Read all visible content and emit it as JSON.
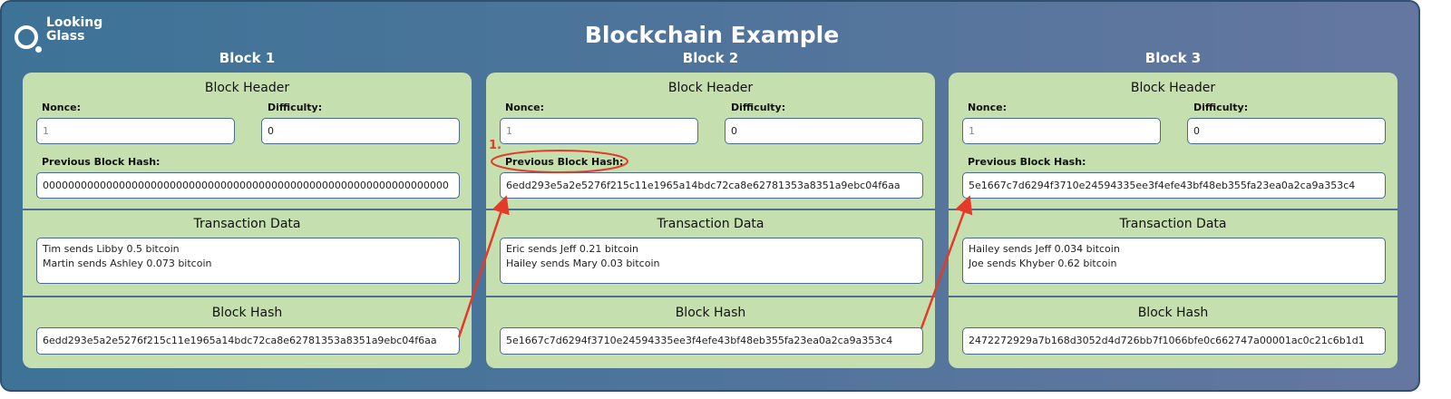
{
  "logo": {
    "line1": "Looking",
    "line2": "Glass"
  },
  "title": "Blockchain Example",
  "labels": {
    "block_header": "Block Header",
    "nonce": "Nonce:",
    "difficulty": "Difficulty:",
    "prev_hash": "Previous Block Hash:",
    "transaction_data": "Transaction Data",
    "block_hash": "Block Hash"
  },
  "annotation": {
    "step": "1.",
    "color": "#e53a2a"
  },
  "blocks": [
    {
      "name": "Block 1",
      "nonce": "1",
      "difficulty": "0",
      "prev_hash": "0000000000000000000000000000000000000000000000000000000000000000",
      "transactions": [
        "Tim sends Libby 0.5 bitcoin",
        "Martin sends Ashley 0.073 bitcoin"
      ],
      "hash": "6edd293e5a2e5276f215c11e1965a14bdc72ca8e62781353a8351a9ebc04f6aa"
    },
    {
      "name": "Block 2",
      "nonce": "1",
      "difficulty": "0",
      "prev_hash": "6edd293e5a2e5276f215c11e1965a14bdc72ca8e62781353a8351a9ebc04f6aa",
      "transactions": [
        "Eric sends Jeff 0.21 bitcoin",
        "Hailey sends Mary 0.03 bitcoin"
      ],
      "hash": "5e1667c7d6294f3710e24594335ee3f4efe43bf48eb355fa23ea0a2ca9a353c4"
    },
    {
      "name": "Block 3",
      "nonce": "1",
      "difficulty": "0",
      "prev_hash": "5e1667c7d6294f3710e24594335ee3f4efe43bf48eb355fa23ea0a2ca9a353c4",
      "transactions": [
        "Hailey sends Jeff 0.034 bitcoin",
        "Joe sends Khyber 0.62 bitcoin"
      ],
      "hash": "2472272929a7b168d3052d4d726bb7f1066bfe0c662747a00001ac0c21c6b1d1"
    }
  ]
}
